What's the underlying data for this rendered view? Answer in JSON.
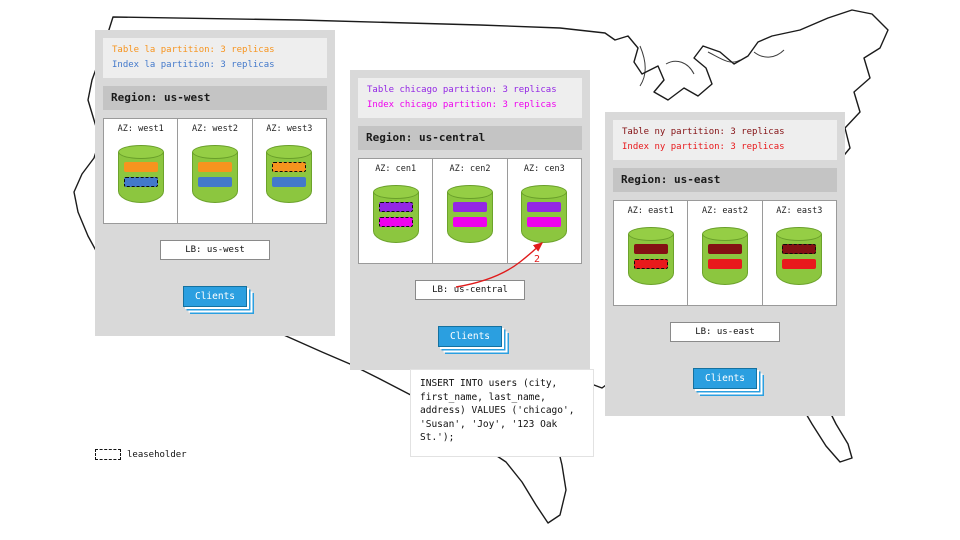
{
  "colors": {
    "orange": "#F7941E",
    "blue": "#4379CB",
    "purple": "#9326E4",
    "magenta": "#EE00EE",
    "darkred": "#841114",
    "red": "#E8191C",
    "green": "#8CC63F",
    "greenTop": "#95CE45",
    "panel": "#D9D9D9",
    "panelHeader": "#C4C4C4",
    "annot": "#EEEEEE",
    "clients": "#2B9FE0",
    "arrow": "#E01B1B"
  },
  "regions": [
    {
      "name": "us-west",
      "title": "Region: us-west",
      "annotations": [
        {
          "text": "Table la partition: 3 replicas",
          "color": "orange"
        },
        {
          "text": "Index la partition: 3 replicas",
          "color": "blue"
        }
      ],
      "azs": [
        {
          "label": "AZ: west1",
          "replicas": [
            {
              "partition": "table la",
              "color": "orange",
              "leaseholder": false
            },
            {
              "partition": "index la",
              "color": "blue",
              "leaseholder": true
            }
          ]
        },
        {
          "label": "AZ: west2",
          "replicas": [
            {
              "partition": "table la",
              "color": "orange",
              "leaseholder": false
            },
            {
              "partition": "index la",
              "color": "blue",
              "leaseholder": false
            }
          ]
        },
        {
          "label": "AZ: west3",
          "replicas": [
            {
              "partition": "table la",
              "color": "orange",
              "leaseholder": true
            },
            {
              "partition": "index la",
              "color": "blue",
              "leaseholder": false
            }
          ]
        }
      ],
      "lb": "LB: us-west",
      "clients": "Clients"
    },
    {
      "name": "us-central",
      "title": "Region: us-central",
      "annotations": [
        {
          "text": "Table chicago partition: 3 replicas",
          "color": "purple"
        },
        {
          "text": "Index chicago partition: 3 replicas",
          "color": "magenta"
        }
      ],
      "azs": [
        {
          "label": "AZ: cen1",
          "replicas": [
            {
              "partition": "table chicago",
              "color": "purple",
              "leaseholder": true
            },
            {
              "partition": "index chicago",
              "color": "magenta",
              "leaseholder": true
            }
          ]
        },
        {
          "label": "AZ: cen2",
          "replicas": [
            {
              "partition": "table chicago",
              "color": "purple",
              "leaseholder": false
            },
            {
              "partition": "index chicago",
              "color": "magenta",
              "leaseholder": false
            }
          ]
        },
        {
          "label": "AZ: cen3",
          "replicas": [
            {
              "partition": "table chicago",
              "color": "purple",
              "leaseholder": false
            },
            {
              "partition": "index chicago",
              "color": "magenta",
              "leaseholder": false
            }
          ]
        }
      ],
      "lb": "LB: us-central",
      "clients": "Clients"
    },
    {
      "name": "us-east",
      "title": "Region: us-east",
      "annotations": [
        {
          "text": "Table ny partition: 3 replicas",
          "color": "darkred"
        },
        {
          "text": "Index ny partition: 3 replicas",
          "color": "red"
        }
      ],
      "azs": [
        {
          "label": "AZ: east1",
          "replicas": [
            {
              "partition": "table ny",
              "color": "darkred",
              "leaseholder": false
            },
            {
              "partition": "index ny",
              "color": "red",
              "leaseholder": true
            }
          ]
        },
        {
          "label": "AZ: east2",
          "replicas": [
            {
              "partition": "table ny",
              "color": "darkred",
              "leaseholder": false
            },
            {
              "partition": "index ny",
              "color": "red",
              "leaseholder": false
            }
          ]
        },
        {
          "label": "AZ: east3",
          "replicas": [
            {
              "partition": "table ny",
              "color": "darkred",
              "leaseholder": true
            },
            {
              "partition": "index ny",
              "color": "red",
              "leaseholder": false
            }
          ]
        }
      ],
      "lb": "LB: us-east",
      "clients": "Clients"
    }
  ],
  "sql": {
    "text": "INSERT INTO users (city,\nfirst_name, last_name,\naddress) VALUES ('chicago',\n'Susan', 'Joy', '123 Oak\nSt.');"
  },
  "arrow": {
    "label": "2"
  },
  "legend": {
    "label": "leaseholder"
  }
}
